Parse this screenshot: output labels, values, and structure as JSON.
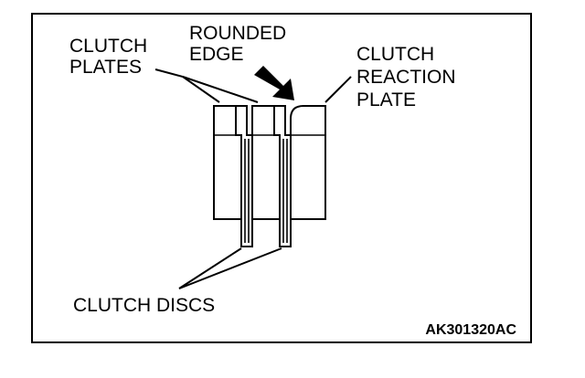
{
  "labels": {
    "clutch_plates_line1": "CLUTCH",
    "clutch_plates_line2": "PLATES",
    "rounded_edge_line1": "ROUNDED",
    "rounded_edge_line2": "EDGE",
    "clutch_reaction_plate_line1": "CLUTCH",
    "clutch_reaction_plate_line2": "REACTION",
    "clutch_reaction_plate_line3": "PLATE",
    "clutch_discs": "CLUTCH DISCS"
  },
  "figure_code": "AK301320AC"
}
